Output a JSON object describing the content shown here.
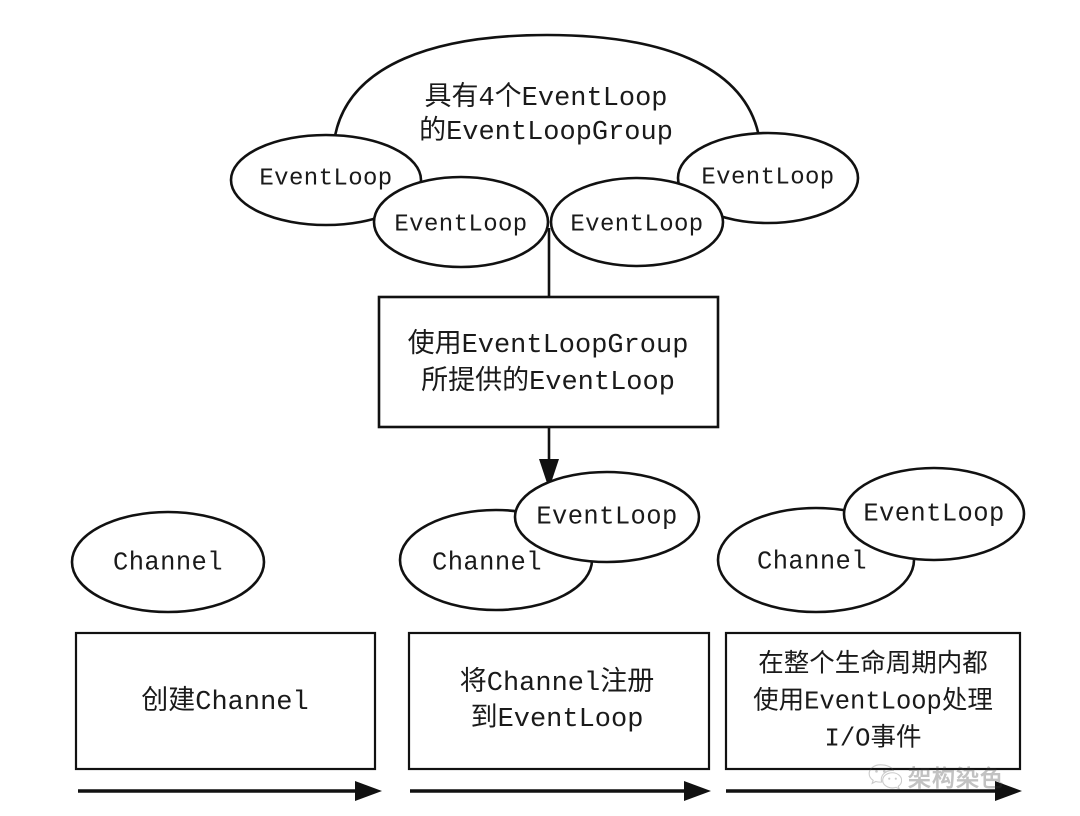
{
  "diagram": {
    "title_text_present": false,
    "cloud": {
      "name": "event-loop-group-cloud",
      "caption_line1": "具有4个EventLoop",
      "caption_line2": "的EventLoopGroup",
      "event_loops": [
        {
          "label": "EventLoop"
        },
        {
          "label": "EventLoop"
        },
        {
          "label": "EventLoop"
        },
        {
          "label": "EventLoop"
        }
      ]
    },
    "middle_box": {
      "name": "use-eventloopgroup-box",
      "line1": "使用EventLoopGroup",
      "line2": "所提供的EventLoop"
    },
    "columns": [
      {
        "id": "create-channel",
        "ellipses": [
          {
            "label": "Channel",
            "role": "channel"
          }
        ],
        "box_lines": [
          "创建Channel"
        ]
      },
      {
        "id": "register-channel",
        "ellipses": [
          {
            "label": "EventLoop",
            "role": "eventloop"
          },
          {
            "label": "Channel",
            "role": "channel"
          }
        ],
        "box_lines": [
          "将Channel注册",
          "到EventLoop"
        ]
      },
      {
        "id": "handle-io-events",
        "ellipses": [
          {
            "label": "EventLoop",
            "role": "eventloop"
          },
          {
            "label": "Channel",
            "role": "channel"
          }
        ],
        "box_lines": [
          "在整个生命周期内都",
          "使用EventLoop处理",
          "I/O事件"
        ]
      }
    ],
    "timeline_arrows": [
      {
        "id": "timeline-arrow-1"
      },
      {
        "id": "timeline-arrow-2"
      },
      {
        "id": "timeline-arrow-3"
      }
    ],
    "colors": {
      "stroke": "#111111",
      "fill": "#ffffff",
      "text": "#1a1a1a"
    }
  },
  "watermark": {
    "text": "架构染色",
    "icon": "wechat-icon"
  }
}
